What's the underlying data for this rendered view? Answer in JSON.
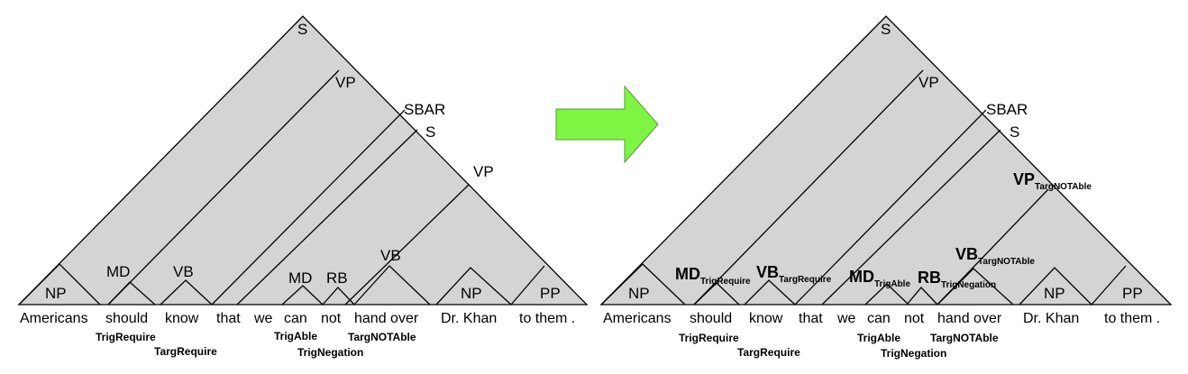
{
  "arrow_color": "#7df542",
  "left_tree": {
    "labels": {
      "s_top": "S",
      "vp1": "VP",
      "sbar": "SBAR",
      "s2": "S",
      "vp2": "VP",
      "vb_hand": "VB",
      "md_should": "MD",
      "vb_know": "VB",
      "md_can": "MD",
      "rb_not": "RB",
      "np_americans": "NP",
      "np_khan": "NP",
      "pp_them": "PP"
    },
    "words": {
      "americans": "Americans",
      "should": "should",
      "know": "know",
      "that": "that",
      "we": "we",
      "can": "can",
      "not": "not",
      "hand_over": "hand over",
      "dr_khan": "Dr. Khan",
      "to_them": "to them .",
      "period": ""
    },
    "annotations": {
      "trig_require": "TrigRequire",
      "targ_require": "TargRequire",
      "trig_able": "TrigAble",
      "trig_negation": "TrigNegation",
      "targ_not_able": "TargNOTAble"
    }
  },
  "right_tree": {
    "labels": {
      "s_top": "S",
      "vp1": "VP",
      "sbar": "SBAR",
      "s2": "S",
      "vp2_main": "VP",
      "vp2_sub": "TargNOTAble",
      "vb_hand_main": "VB",
      "vb_hand_sub": "TargNOTAble",
      "md_should_main": "MD",
      "md_should_sub": "TrigRequire",
      "vb_know_main": "VB",
      "vb_know_sub": "TargRequire",
      "md_can_main": "MD",
      "md_can_sub": "TrigAble",
      "rb_not_main": "RB",
      "rb_not_sub": "TrigNegation",
      "np_americans": "NP",
      "np_khan": "NP",
      "pp_them": "PP"
    },
    "words": {
      "americans": "Americans",
      "should": "should",
      "know": "know",
      "that": "that",
      "we": "we",
      "can": "can",
      "not": "not",
      "hand_over": "hand over",
      "dr_khan": "Dr. Khan",
      "to_them": "to them ."
    },
    "annotations": {
      "trig_require": "TrigRequire",
      "targ_require": "TargRequire",
      "trig_able": "TrigAble",
      "trig_negation": "TrigNegation",
      "targ_not_able": "TargNOTAble"
    }
  }
}
